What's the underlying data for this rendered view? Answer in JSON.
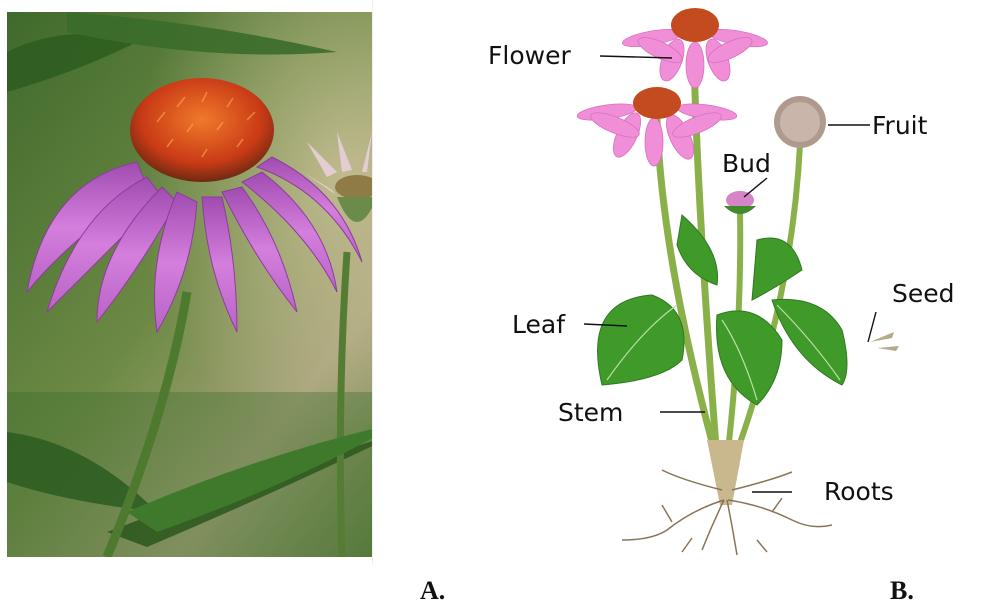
{
  "captions": {
    "a": "A.",
    "b": "B."
  },
  "diagram": {
    "labels": {
      "flower": "Flower",
      "fruit": "Fruit",
      "bud": "Bud",
      "seed": "Seed",
      "leaf": "Leaf",
      "stem": "Stem",
      "roots": "Roots"
    }
  },
  "colors": {
    "petal_photo": "#c86fd0",
    "cone_photo": "#d3461d",
    "petal_diagram": "#f08fd8",
    "leaf": "#3f9a2a",
    "stem": "#8ab04a"
  }
}
